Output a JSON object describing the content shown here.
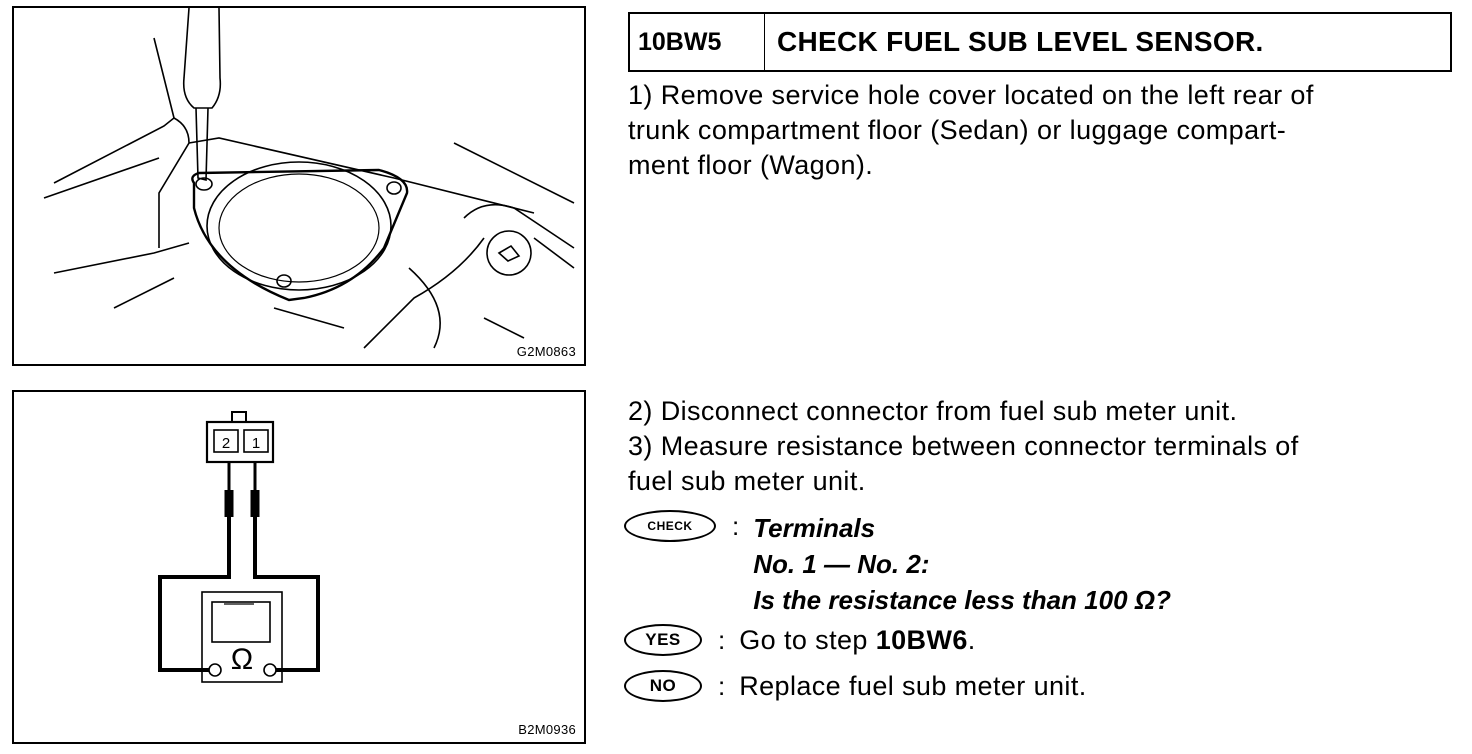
{
  "figures": {
    "top": {
      "code": "G2M0863"
    },
    "bottom": {
      "code": "B2M0936",
      "pin_left": "2",
      "pin_right": "1",
      "meter_symbol": "Ω"
    }
  },
  "step": {
    "id": "10BW5",
    "title": "CHECK FUEL SUB LEVEL SENSOR."
  },
  "instructions_1": [
    "1) Remove service hole cover located on the left rear of",
    "trunk compartment floor (Sedan) or luggage compart-",
    "ment floor (Wagon)."
  ],
  "instructions_2": [
    "2) Disconnect connector from fuel sub meter unit.",
    "3) Measure resistance between connector terminals of",
    "fuel sub meter unit."
  ],
  "check": {
    "badge": "CHECK",
    "colon": ":",
    "lines": [
      "Terminals",
      "No. 1 — No. 2:",
      "Is the resistance less than 100 Ω?"
    ]
  },
  "yes": {
    "badge": "YES",
    "colon": ":",
    "text": "Go to step ",
    "target": "10BW6",
    "suffix": "."
  },
  "no": {
    "badge": "NO",
    "colon": ":",
    "text": "Replace fuel sub meter unit."
  }
}
